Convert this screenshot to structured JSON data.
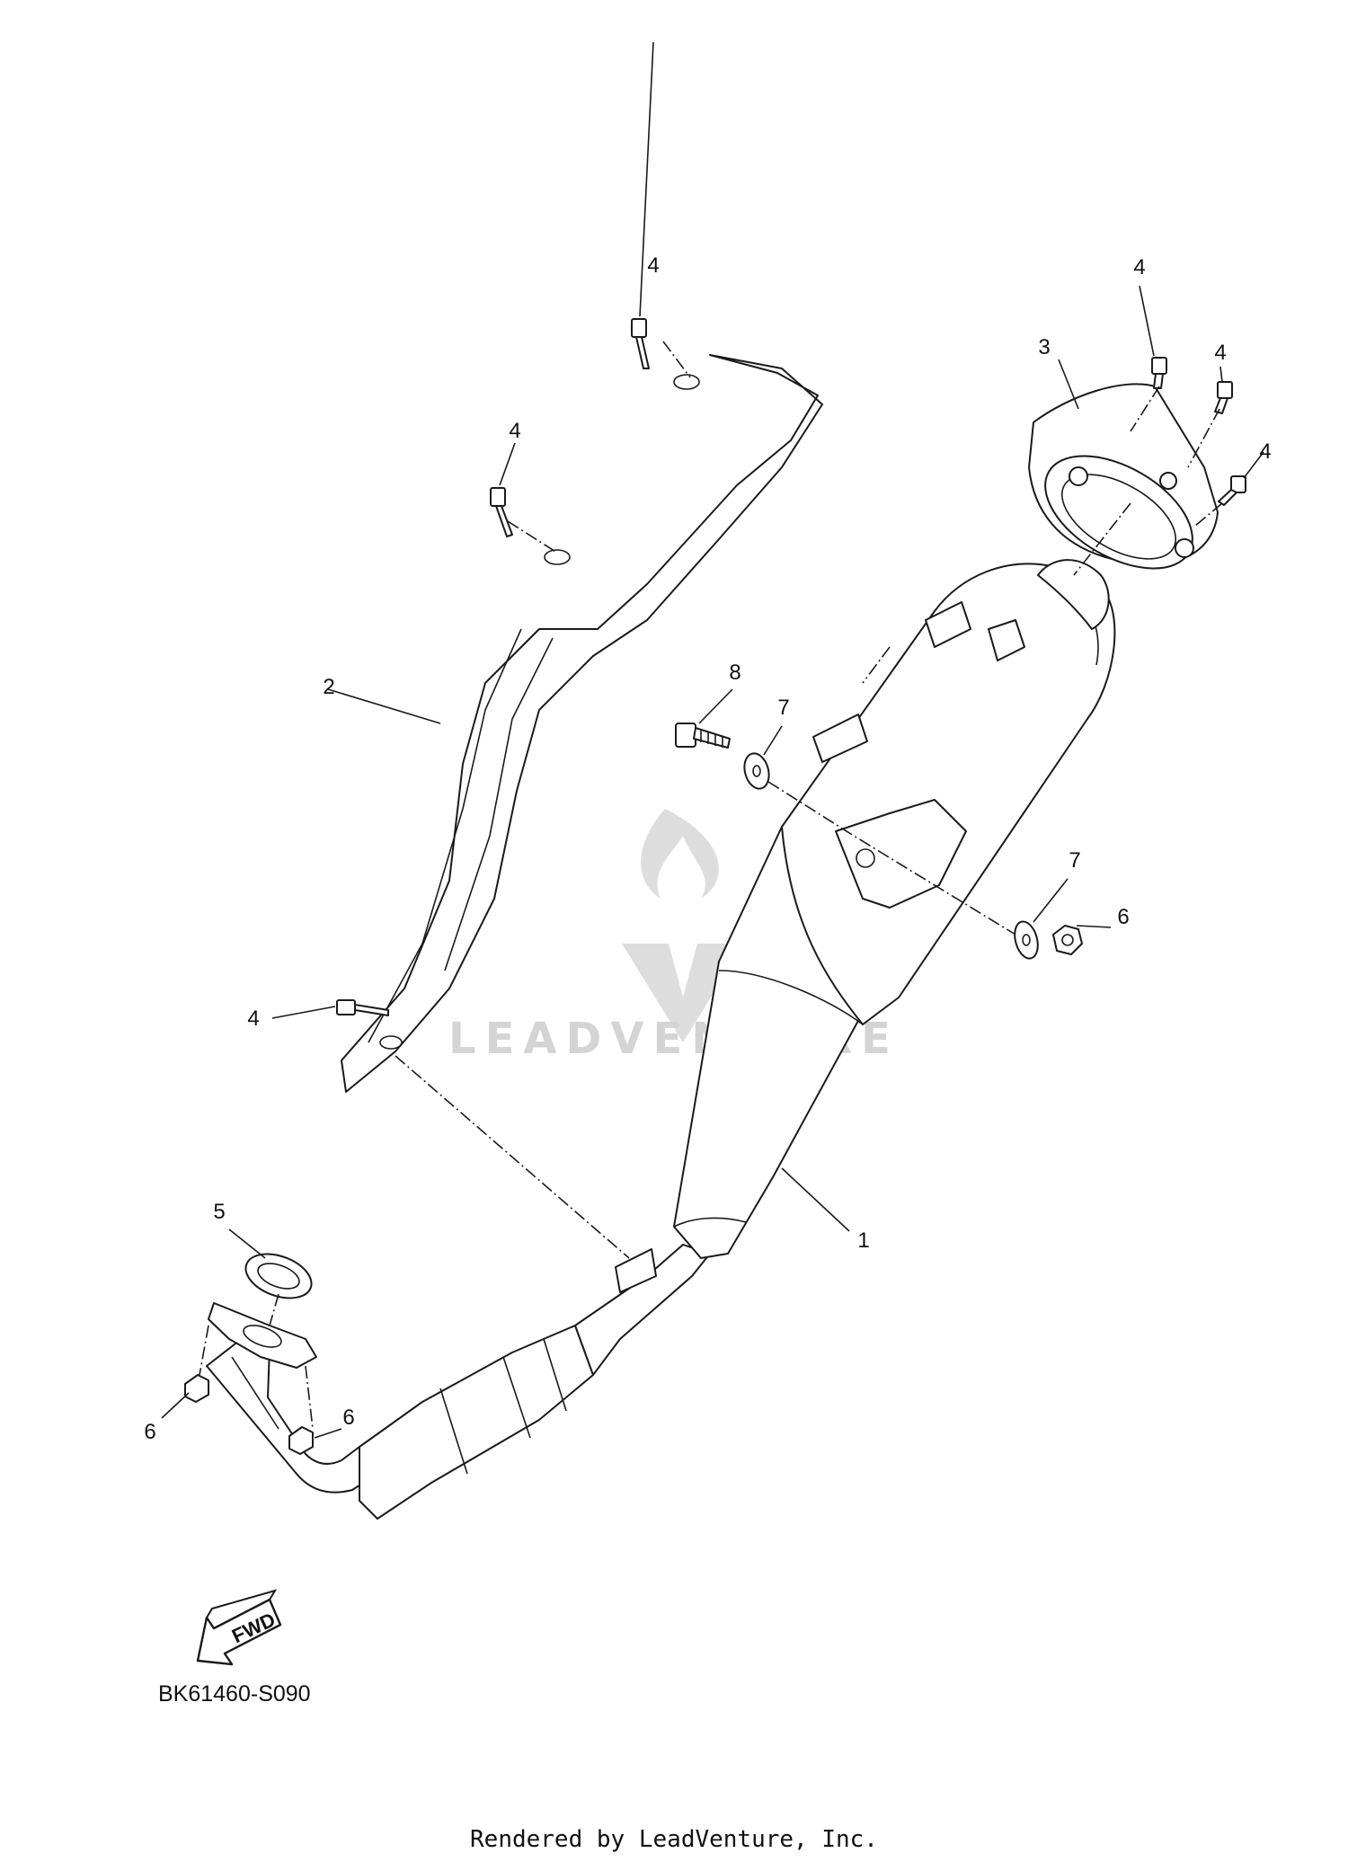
{
  "diagram": {
    "code": "BK61460-S090",
    "credit": "Rendered by LeadVenture, Inc.",
    "watermark": "LEADVENTURE",
    "fwd_label": "FWD",
    "callouts": {
      "c1": "1",
      "c2": "2",
      "c3": "3",
      "c4a": "4",
      "c4b": "4",
      "c4c": "4",
      "c4d": "4",
      "c4e": "4",
      "c4f": "4",
      "c5": "5",
      "c6a": "6",
      "c6b": "6",
      "c6c": "6",
      "c7a": "7",
      "c7b": "7",
      "c8": "8"
    }
  }
}
